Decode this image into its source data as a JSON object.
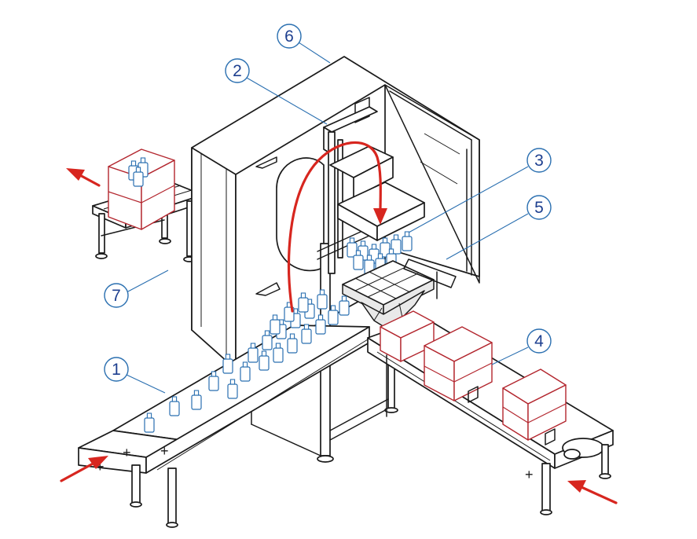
{
  "callouts": [
    {
      "label": "1",
      "component": "infeed-conveyor"
    },
    {
      "label": "2",
      "component": "pick-head-cylinder"
    },
    {
      "label": "3",
      "component": "gripper-head"
    },
    {
      "label": "4",
      "component": "case-conveyor"
    },
    {
      "label": "5",
      "component": "partition-grid"
    },
    {
      "label": "6",
      "component": "machine-frame"
    },
    {
      "label": "7",
      "component": "outfeed-conveyor"
    }
  ],
  "colors": {
    "callout_text": "#1d3f8f",
    "callout_line": "#2a6fb0",
    "flow_arrow": "#d7261f",
    "carton_outline": "#b3262e",
    "bottle_outline": "#2a6fb0",
    "machine_outline": "#1a1a1a"
  },
  "flow_arrows": [
    "bottle-infeed-arrow",
    "case-infeed-arrow",
    "case-outfeed-arrow",
    "pick-and-place-arrow"
  ]
}
